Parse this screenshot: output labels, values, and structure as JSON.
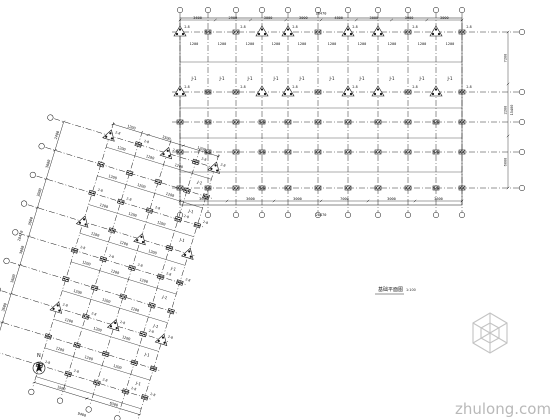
{
  "drawing": {
    "title": "基础平面图",
    "scale": "1:100",
    "north_label": "N",
    "watermark": "zhulong.com",
    "line_color": "#111111",
    "background": "#ffffff",
    "watermark_color": "#b9b9b9"
  },
  "right_wing": {
    "top_dims": [
      "3600",
      "2900",
      "3000",
      "3000",
      "4800",
      "3000",
      "3000",
      "3000"
    ],
    "top_total": "28470",
    "bottom_dims": [
      "3600",
      "3600",
      "3000",
      "7000",
      "3000",
      "3600"
    ],
    "bottom_total": "28470",
    "right_dims": [
      "7200",
      "2200",
      "6000"
    ],
    "right_total": "15400"
  },
  "left_wing": {
    "side_dims": [
      "2400",
      "3600",
      "3000",
      "3600",
      "3000",
      "3600",
      "3600",
      "3000"
    ],
    "side_total": "28470",
    "top_dims": [
      "1200",
      "3300",
      "1200"
    ],
    "bottom_dims": [
      "1500",
      "6300"
    ],
    "bottom_total": "9400"
  },
  "footing": {
    "cap_label": "J-1",
    "cap_dim": "1200",
    "pile_tag": "2-8"
  }
}
